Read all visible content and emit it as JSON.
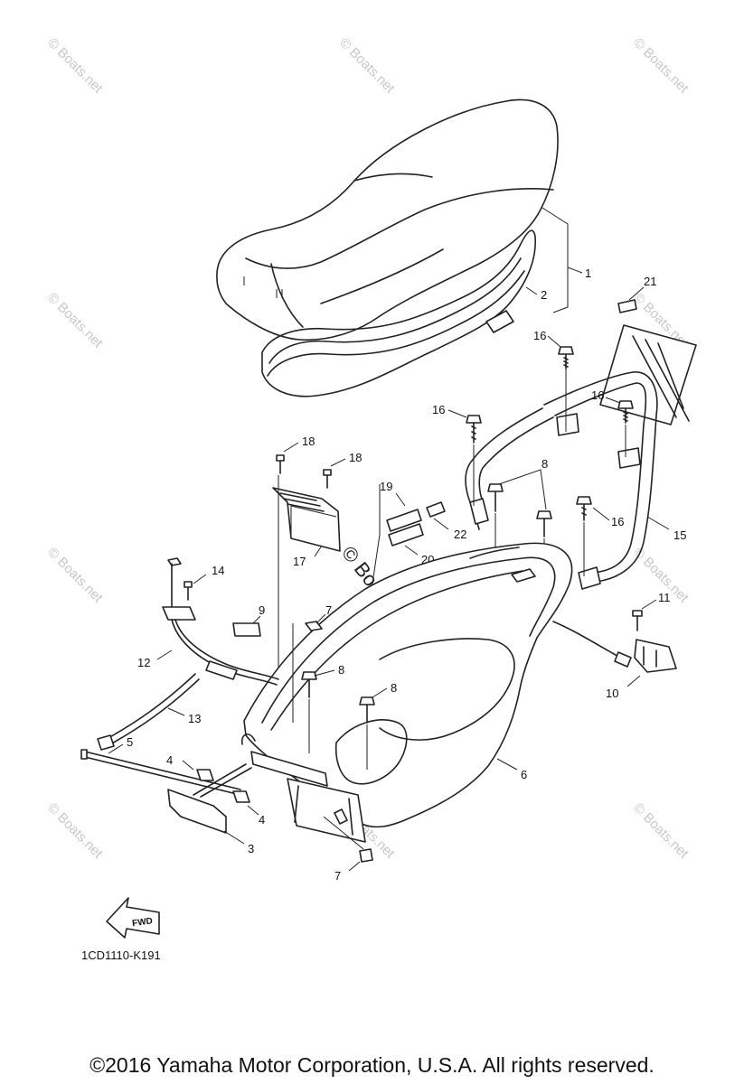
{
  "diagram": {
    "callouts": {
      "c1": "1",
      "c2": "2",
      "c3": "3",
      "c4a": "4",
      "c4b": "4",
      "c5": "5",
      "c6": "6",
      "c7a": "7",
      "c7b": "7",
      "c8a": "8",
      "c8b": "8",
      "c8c": "8",
      "c9": "9",
      "c10": "10",
      "c11": "11",
      "c12": "12",
      "c13": "13",
      "c14": "14",
      "c15": "15",
      "c16a": "16",
      "c16b": "16",
      "c16c": "16",
      "c17": "17",
      "c18a": "18",
      "c18b": "18",
      "c19": "19",
      "c20": "20",
      "c21": "21",
      "c22": "22"
    },
    "fwd_label": "FWD",
    "drawing_code": "1CD1110-K191",
    "watermark_small": "© Boats.net",
    "watermark_center": "© Boats.net"
  },
  "footer": {
    "copyright": "©2016 Yamaha Motor Corporation, U.S.A. All rights reserved."
  }
}
